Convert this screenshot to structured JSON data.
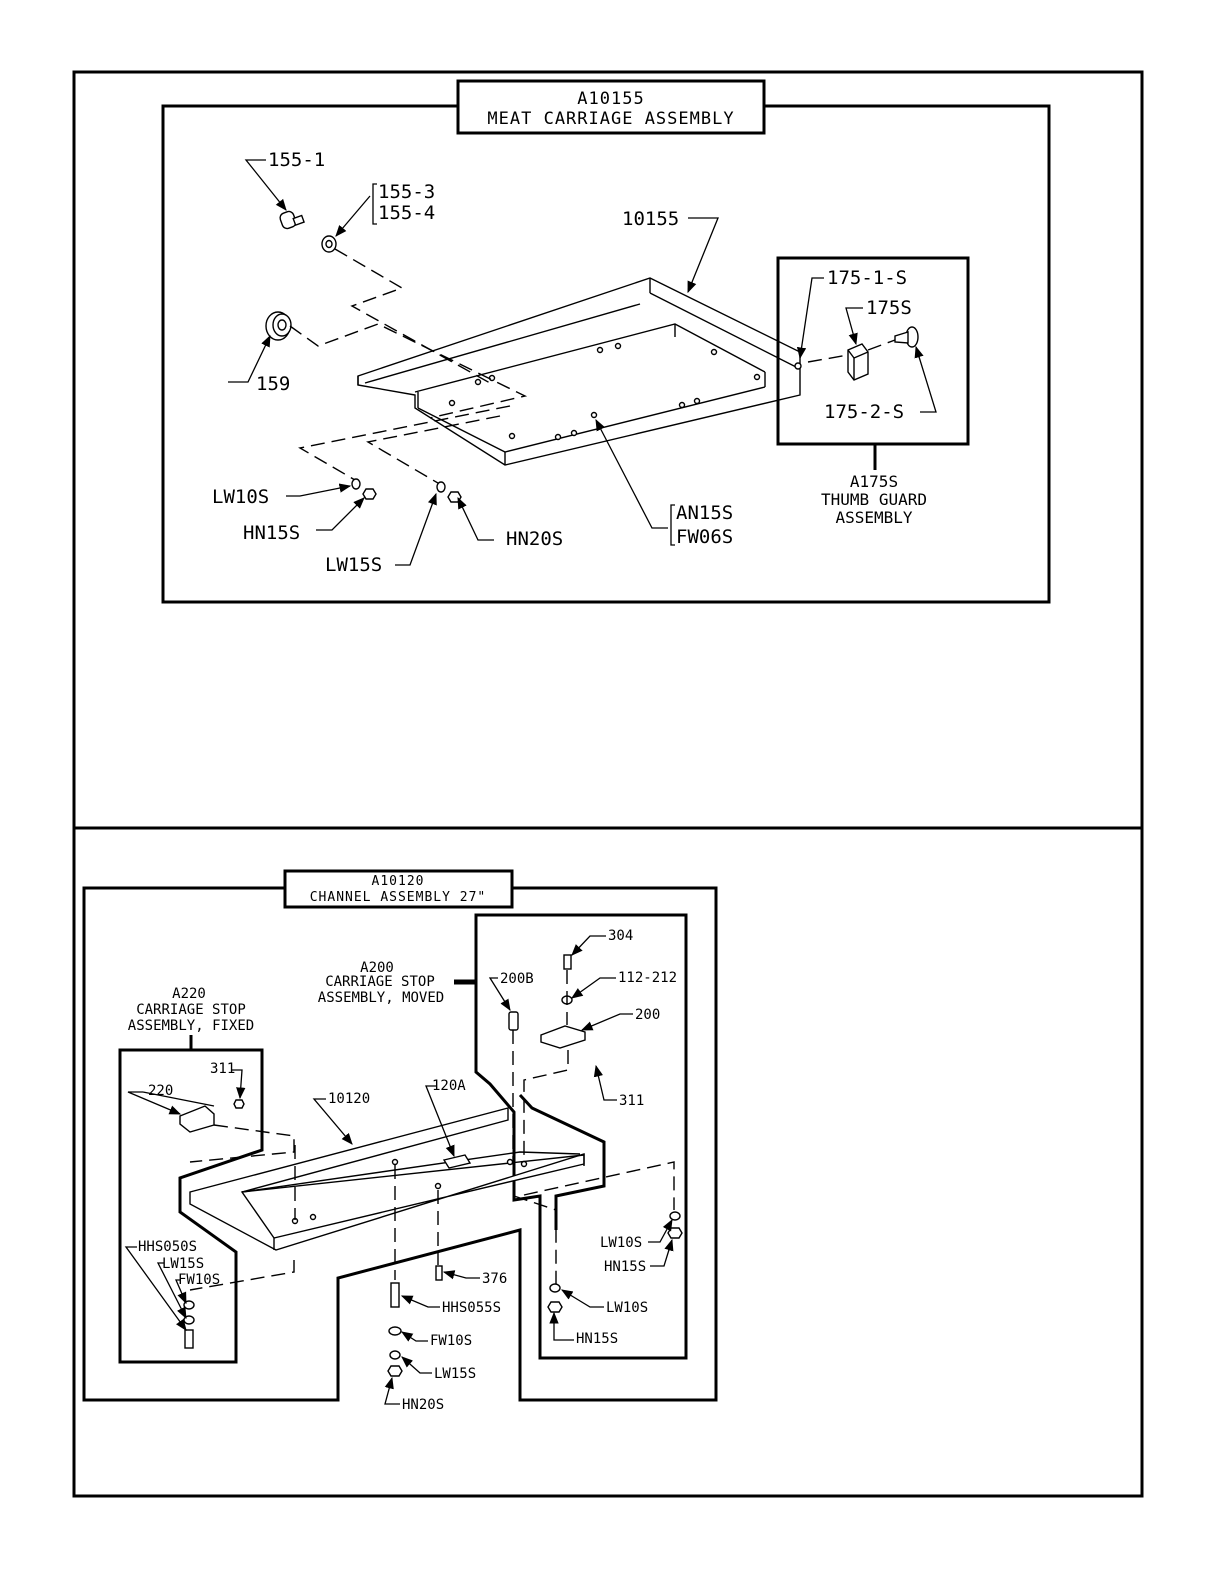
{
  "top_diagram": {
    "title_code": "A10155",
    "title_name": "MEAT CARRIAGE ASSEMBLY",
    "labels": {
      "p155_1": "155-1",
      "p155_3": "155-3",
      "p155_4": "155-4",
      "p10155": "10155",
      "p159": "159",
      "p175_1_s": "175-1-S",
      "p175s": "175S",
      "p175_2_s": "175-2-S",
      "lw10s": "LW10S",
      "hn15s": "HN15S",
      "lw15s": "LW15S",
      "hn20s": "HN20S",
      "an15s": "AN15S",
      "fw06s": "FW06S"
    },
    "sub_assembly": {
      "code": "A175S",
      "line1": "THUMB GUARD",
      "line2": "ASSEMBLY"
    }
  },
  "bottom_diagram": {
    "title_code": "A10120",
    "title_name": "CHANNEL ASSEMBLY 27\"",
    "fixed_stop": {
      "code": "A220",
      "line1": "CARRIAGE STOP",
      "line2": "ASSEMBLY, FIXED"
    },
    "moved_stop": {
      "code": "A200",
      "line1": "CARRIAGE STOP",
      "line2": "ASSEMBLY, MOVED"
    },
    "labels": {
      "p304": "304",
      "p112_212": "112-212",
      "p200b": "200B",
      "p200": "200",
      "p311_right": "311",
      "p311_left": "311",
      "p220": "220",
      "p10120": "10120",
      "p120a": "120A",
      "p376": "376",
      "hhs050s": "HHS050S",
      "lw15s_left": "LW15S",
      "fw10s_left": "FW10S",
      "hhs055s": "HHS055S",
      "fw10s_center": "FW10S",
      "lw15s_center": "LW15S",
      "hn20s_center": "HN20S",
      "lw10s_upper": "LW10S",
      "hn15s_upper": "HN15S",
      "lw10s_lower": "LW10S",
      "hn15s_lower": "HN15S"
    }
  }
}
